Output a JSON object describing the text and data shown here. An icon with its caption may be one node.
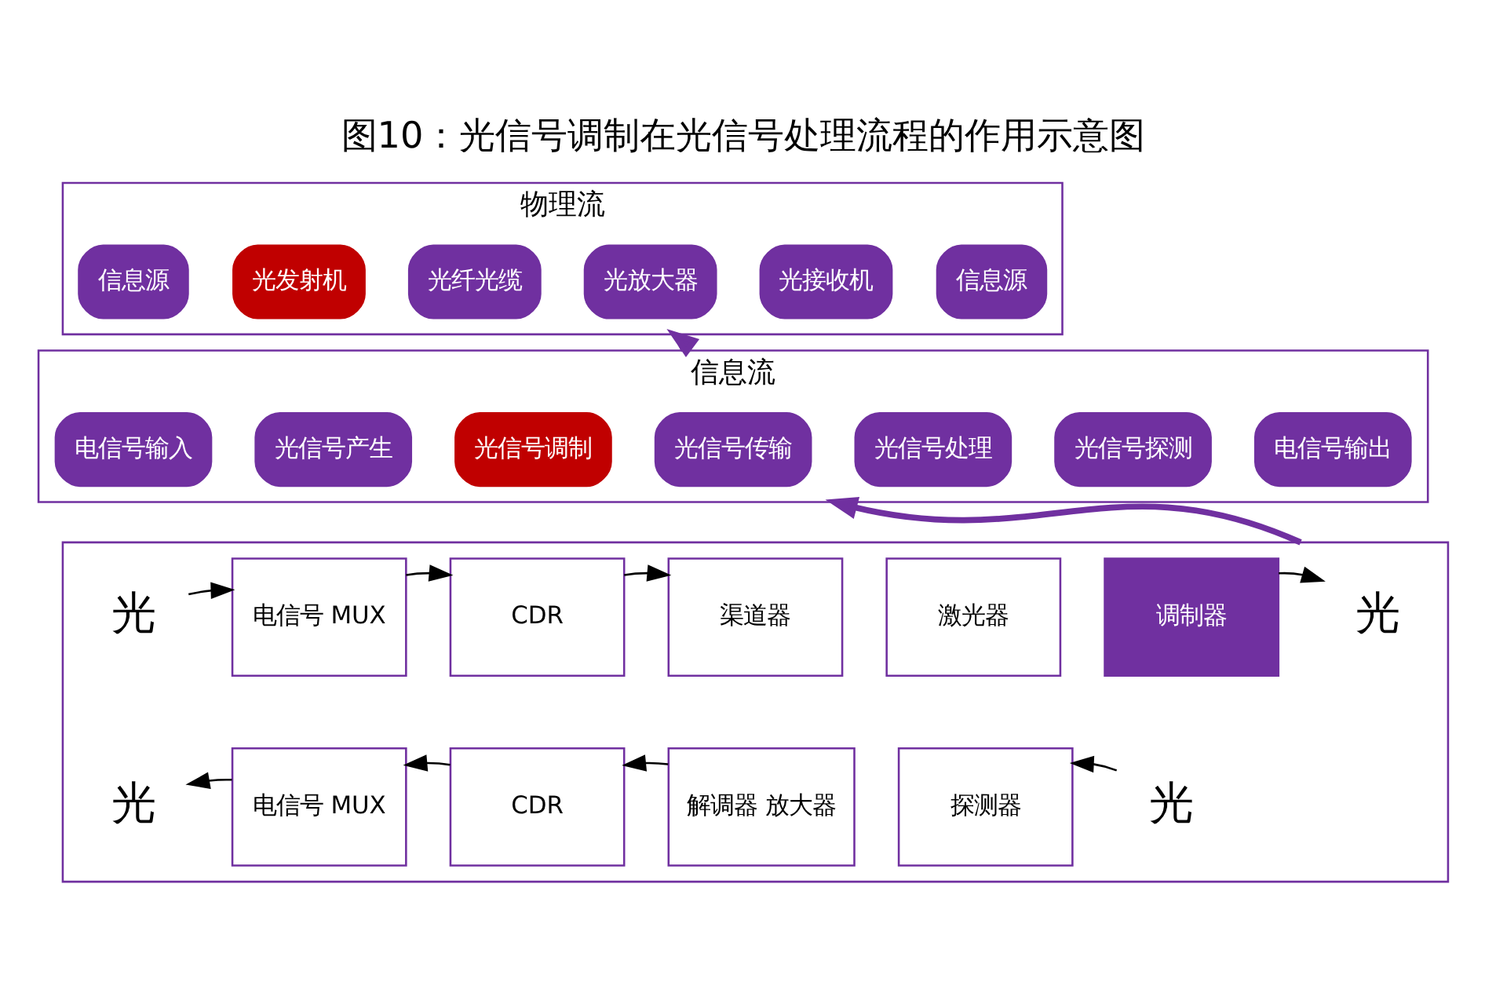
{
  "diagram": {
    "title": "图10：光信号调制在光信号处理流程的作用示意图",
    "nodes": [
      {
        "text": [
          "物理流"
        ]
      },
      {
        "text": [
          "信息源"
        ],
        "in": 0
      },
      {
        "text": [
          "光发射机"
        ],
        "in": 0
      },
      {
        "text": [
          "光纤光缆"
        ],
        "in": 0
      },
      {
        "text": [
          "光放大器"
        ],
        "in": 0
      },
      {
        "text": [
          "光接收机"
        ],
        "in": 0
      },
      {
        "text": [
          "信息源"
        ],
        "in": 0
      },
      {
        "text": [
          "信息流"
        ]
      },
      {
        "text": [
          "电信号输入"
        ],
        "in": 7
      },
      {
        "text": [
          "光信号产生"
        ],
        "in": 7
      },
      {
        "text": [
          "光信号调制"
        ],
        "in": 7
      },
      {
        "text": [
          "光信号传输"
        ],
        "in": 7
      },
      {
        "text": [
          "光信号处理"
        ],
        "in": 7
      },
      {
        "text": [
          "光信号探测"
        ],
        "in": 7
      },
      {
        "text": [
          "电信号输出"
        ],
        "in": 7
      },
      {
        "text": [],
        "shape": "box"
      },
      {
        "text": [
          "光"
        ],
        "in": 15
      },
      {
        "text": [
          "电信号 MUX"
        ],
        "in": 15
      },
      {
        "text": [
          "CDR"
        ],
        "in": 15
      },
      {
        "text": [
          "渠道器"
        ],
        "in": 15
      },
      {
        "text": [
          "激光器"
        ],
        "in": 15
      },
      {
        "text": [
          "调制器"
        ],
        "in": 15
      },
      {
        "text": [
          "光"
        ],
        "in": 15
      },
      {
        "text": [
          "光"
        ],
        "in": 15
      },
      {
        "text": [
          "电信号 MUX"
        ],
        "in": 15
      },
      {
        "text": [
          "CDR"
        ],
        "in": 15
      },
      {
        "text": [
          "解调器 放大器"
        ],
        "in": 15
      },
      {
        "text": [
          "探测器"
        ],
        "in": 15
      },
      {
        "text": [
          "光"
        ],
        "in": 15
      }
    ],
    "edges": [
      {
        "from": 15,
        "to": 7,
        "arrow": "to",
        "style": "thick",
        "color": "#7030a0"
      },
      {
        "from": 7,
        "to": 0,
        "arrow": "to",
        "style": "thick",
        "color": "#7030a0"
      },
      {
        "from": 16,
        "to": 17,
        "arrow": "to"
      },
      {
        "from": 17,
        "to": 18,
        "arrow": "to"
      },
      {
        "from": 18,
        "to": 19,
        "arrow": "to"
      },
      {
        "from": 21,
        "to": 22,
        "arrow": "to"
      },
      {
        "from": 28,
        "to": 27,
        "arrow": "to"
      },
      {
        "from": 26,
        "to": 25,
        "arrow": "to"
      },
      {
        "from": 25,
        "to": 24,
        "arrow": "to"
      },
      {
        "from": 24,
        "to": 23,
        "arrow": "to"
      }
    ]
  }
}
